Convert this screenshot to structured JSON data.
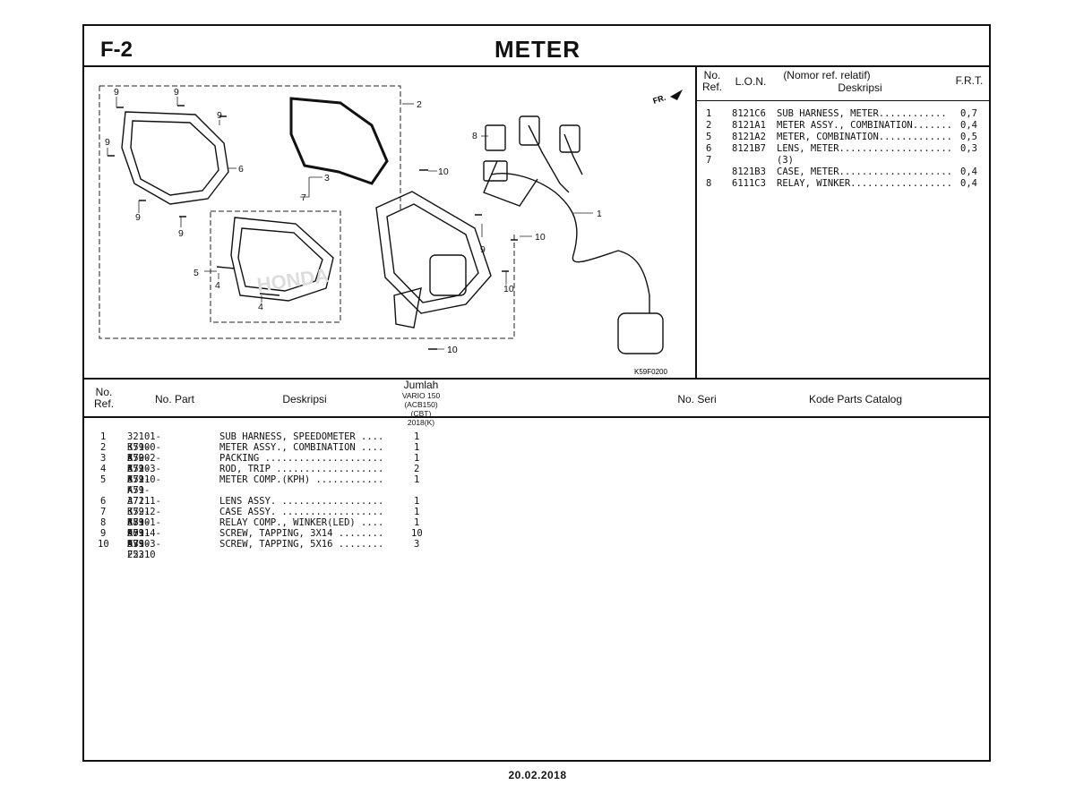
{
  "header": {
    "section": "F-2",
    "title": "METER"
  },
  "diagram": {
    "orientation_label": "FR.",
    "figure_code": "K59F0200",
    "brand_watermark": "HONDA",
    "callouts": [
      "1",
      "2",
      "3",
      "4",
      "4",
      "5",
      "6",
      "7",
      "8",
      "9",
      "9",
      "9",
      "9",
      "9",
      "9",
      "9",
      "10",
      "10",
      "10"
    ]
  },
  "lon_table": {
    "headers": {
      "ref": "No.\nRef.",
      "lon": "L.O.N.",
      "desc_top": "(Nomor ref. relatif)",
      "desc": "Deskripsi",
      "frt": "F.R.T."
    },
    "rows": [
      {
        "ref": "1",
        "lon": "8121C6",
        "desc": "SUB HARNESS, METER............",
        "frt": "0,7"
      },
      {
        "ref": "2",
        "lon": "8121A1",
        "desc": "METER ASSY., COMBINATION.......",
        "frt": "0,4"
      },
      {
        "ref": "5",
        "lon": "8121A2",
        "desc": "METER, COMBINATION.............",
        "frt": "0,5"
      },
      {
        "ref": "6",
        "lon": "8121B7",
        "desc": "LENS, METER....................",
        "frt": "0,3"
      },
      {
        "ref": "7",
        "lon": "",
        "desc": "(3)",
        "frt": ""
      },
      {
        "ref": "",
        "lon": "8121B3",
        "desc": "CASE, METER....................",
        "frt": "0,4"
      },
      {
        "ref": "8",
        "lon": "6111C3",
        "desc": "RELAY, WINKER..................",
        "frt": "0,4"
      }
    ]
  },
  "parts_table": {
    "headers": {
      "ref": "No.\nRef.",
      "part": "No. Part",
      "desc": "Deskripsi",
      "qty_title": "Jumlah",
      "qty_model": "VARIO 150 (ACB150)",
      "qty_type": "(CBT)",
      "qty_year": "2018(K)",
      "serial": "No. Seri",
      "catalog": "Kode Parts Catalog"
    },
    "rows": [
      {
        "ref": "1",
        "part": "32101-K59-A70",
        "desc": "SUB HARNESS, SPEEDOMETER ....",
        "qty": "1"
      },
      {
        "ref": "2",
        "part": "37100-K59-A71",
        "desc": "METER ASSY., COMBINATION ....",
        "qty": "1"
      },
      {
        "ref": "3",
        "part": "37202-K59-A71",
        "desc": "PACKING .....................",
        "qty": "1"
      },
      {
        "ref": "4",
        "part": "37203-K59-A71",
        "desc": "ROD, TRIP ...................",
        "qty": "2"
      },
      {
        "ref": "5",
        "part": "37210-K59-A71",
        "desc": "METER COMP.(KPH) ............",
        "qty": "1"
      },
      {
        "ref": "6",
        "part": "37211-K59-A71",
        "desc": "LENS ASSY. ..................",
        "qty": "1"
      },
      {
        "ref": "7",
        "part": "37212-K59-A71",
        "desc": "CASE ASSY. ..................",
        "qty": "1"
      },
      {
        "ref": "8",
        "part": "38301-K59-A71",
        "desc": "RELAY COMP., WINKER(LED) ....",
        "qty": "1"
      },
      {
        "ref": "9",
        "part": "90314-KVS-F22",
        "desc": "SCREW, TAPPING, 3X14 ........",
        "qty": "10"
      },
      {
        "ref": "10",
        "part": "93903-25310",
        "desc": "SCREW, TAPPING, 5X16 ........",
        "qty": "3"
      }
    ]
  },
  "footer": {
    "date": "20.02.2018"
  }
}
